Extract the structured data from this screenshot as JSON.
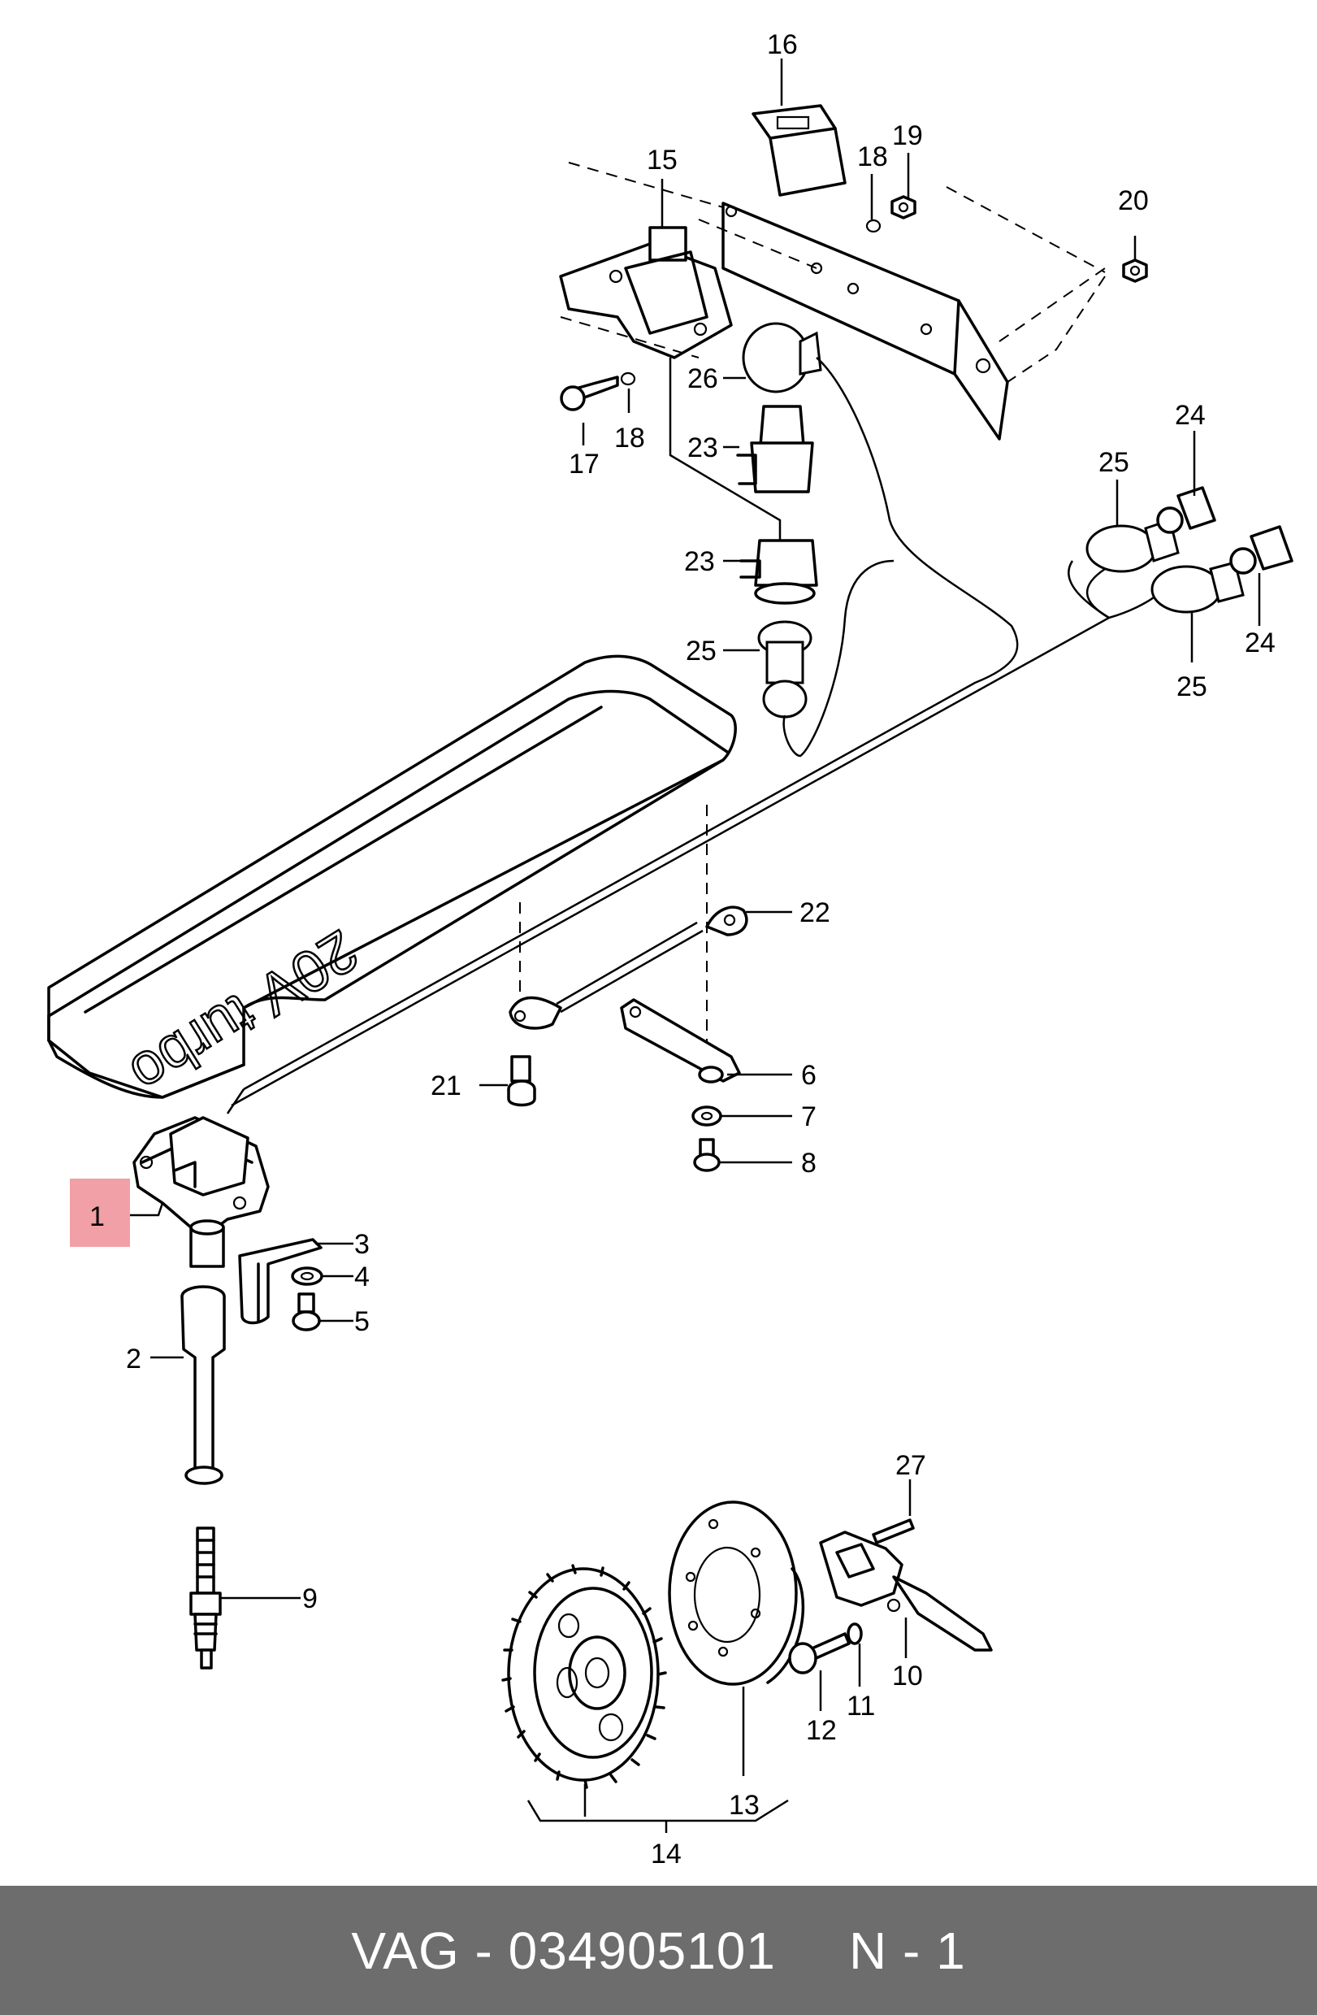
{
  "footer": {
    "brand": "VAG",
    "separator": "-",
    "part_number": "034905101",
    "position": "N - 1"
  },
  "callouts": {
    "c1": "1",
    "c2": "2",
    "c3": "3",
    "c4": "4",
    "c5": "5",
    "c6": "6",
    "c7": "7",
    "c8": "8",
    "c9": "9",
    "c10": "10",
    "c11": "11",
    "c12": "12",
    "c13": "13",
    "c14": "14",
    "c15": "15",
    "c16": "16",
    "c17": "17",
    "c18a": "18",
    "c18b": "18",
    "c19": "19",
    "c20": "20",
    "c21": "21",
    "c22": "22",
    "c23a": "23",
    "c23b": "23",
    "c24a": "24",
    "c24b": "24",
    "c25a": "25",
    "c25b": "25",
    "c25c": "25",
    "c26": "26",
    "c27": "27"
  },
  "highlight_color": "#f0a0a6",
  "footer_color": "#6d6d6d"
}
